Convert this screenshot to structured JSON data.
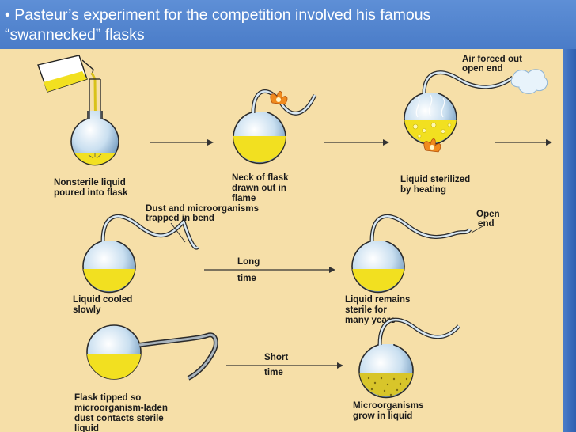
{
  "header": {
    "line1": "• Pasteur’s experiment for the competition involved his famous",
    "line2": "“swannecked”  flasks"
  },
  "labels": {
    "s1": [
      "Nonsterile liquid",
      "poured into flask"
    ],
    "s2": [
      "Neck of flask",
      "drawn out in",
      "flame"
    ],
    "s3": [
      "Liquid sterilized",
      "by heating"
    ],
    "s3_air": [
      "Air forced out",
      "open end"
    ],
    "s4": [
      "Liquid cooled",
      "slowly"
    ],
    "s4_dust": [
      "Dust and microorganisms",
      "trapped in bend"
    ],
    "s5": [
      "Liquid remains",
      "sterile for",
      "many years"
    ],
    "s5_open": [
      "Open",
      "end"
    ],
    "s6": [
      "Flask tipped so",
      "microorganism-laden",
      "dust contacts sterile",
      "liquid"
    ],
    "s7": [
      "Microorganisms",
      "grow in liquid"
    ],
    "arrow_long": [
      "Long",
      "time"
    ],
    "arrow_short": [
      "Short",
      "time"
    ]
  },
  "colors": {
    "header_blue": "#4a7cc8",
    "panel_tan": "#f6dfa8",
    "liquid_yellow": "#f2e020",
    "flame_orange": "#f08a1e",
    "growth_dots": "#7a6a12"
  }
}
